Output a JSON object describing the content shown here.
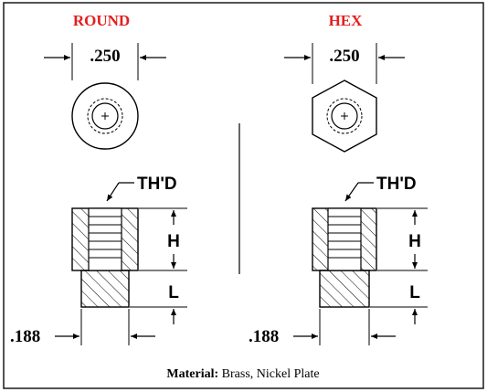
{
  "round": {
    "title": "ROUND",
    "top_dim": ".250",
    "thread_label": "TH'D",
    "h_label": "H",
    "l_label": "L",
    "bottom_dim": ".188"
  },
  "hex": {
    "title": "HEX",
    "top_dim": ".250",
    "thread_label": "TH'D",
    "h_label": "H",
    "l_label": "L",
    "bottom_dim": ".188"
  },
  "material": {
    "label": "Material:",
    "value": " Brass, Nickel Plate"
  },
  "colors": {
    "title": "#e41e1e",
    "line": "#000000",
    "border": "#1a1a1a"
  }
}
